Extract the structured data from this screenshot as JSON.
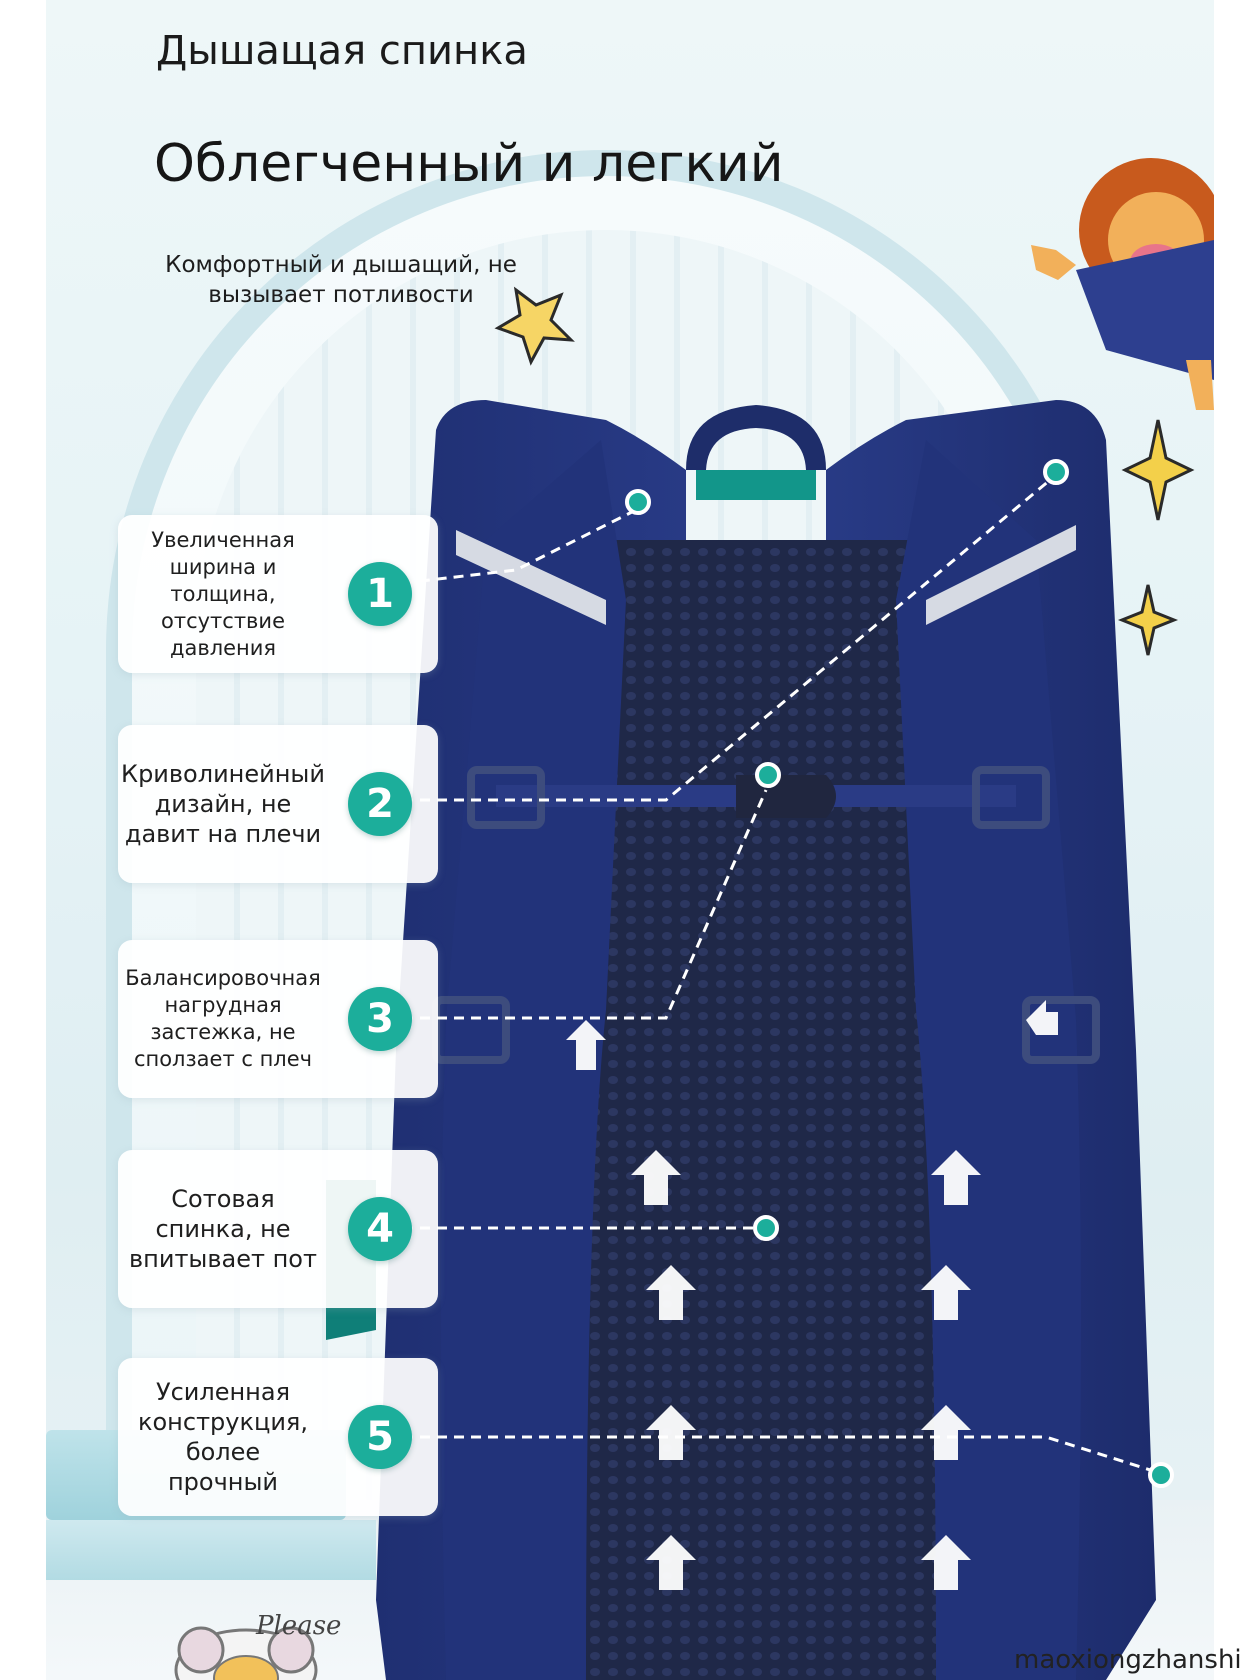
{
  "headings": {
    "title": "Дышащая спинка",
    "subtitle": "Облегченный и легкий",
    "description_line1": "Комфортный и дышащий, не",
    "description_line2": "вызывает потливости"
  },
  "features": [
    {
      "number": "1",
      "lines": [
        "Увеличенная",
        "ширина и толщина,",
        "отсутствие",
        "давления"
      ]
    },
    {
      "number": "2",
      "lines": [
        "Криволинейный",
        "дизайн, не",
        "давит на плечи"
      ]
    },
    {
      "number": "3",
      "lines": [
        "Балансировочная",
        "нагрудная",
        "застежка, не",
        "сползает с плеч"
      ]
    },
    {
      "number": "4",
      "lines": [
        "Сотовая",
        "спинка, не",
        "впитывает пот"
      ]
    },
    {
      "number": "5",
      "lines": [
        "Усиленная",
        "конструкция,",
        "более прочный"
      ]
    }
  ],
  "decor": {
    "sticker_text": "Please",
    "icons": [
      "star-icon",
      "sparkle-icon",
      "lion-mascot-icon",
      "mouse-mascot-icon",
      "arrow-up-icon"
    ]
  },
  "watermark": "maoxiongzhanshi",
  "colors": {
    "accent": "#1cae9b",
    "bag_navy": "#24367e",
    "mesh": "#202a4a",
    "lining_teal": "#0f7f78"
  }
}
